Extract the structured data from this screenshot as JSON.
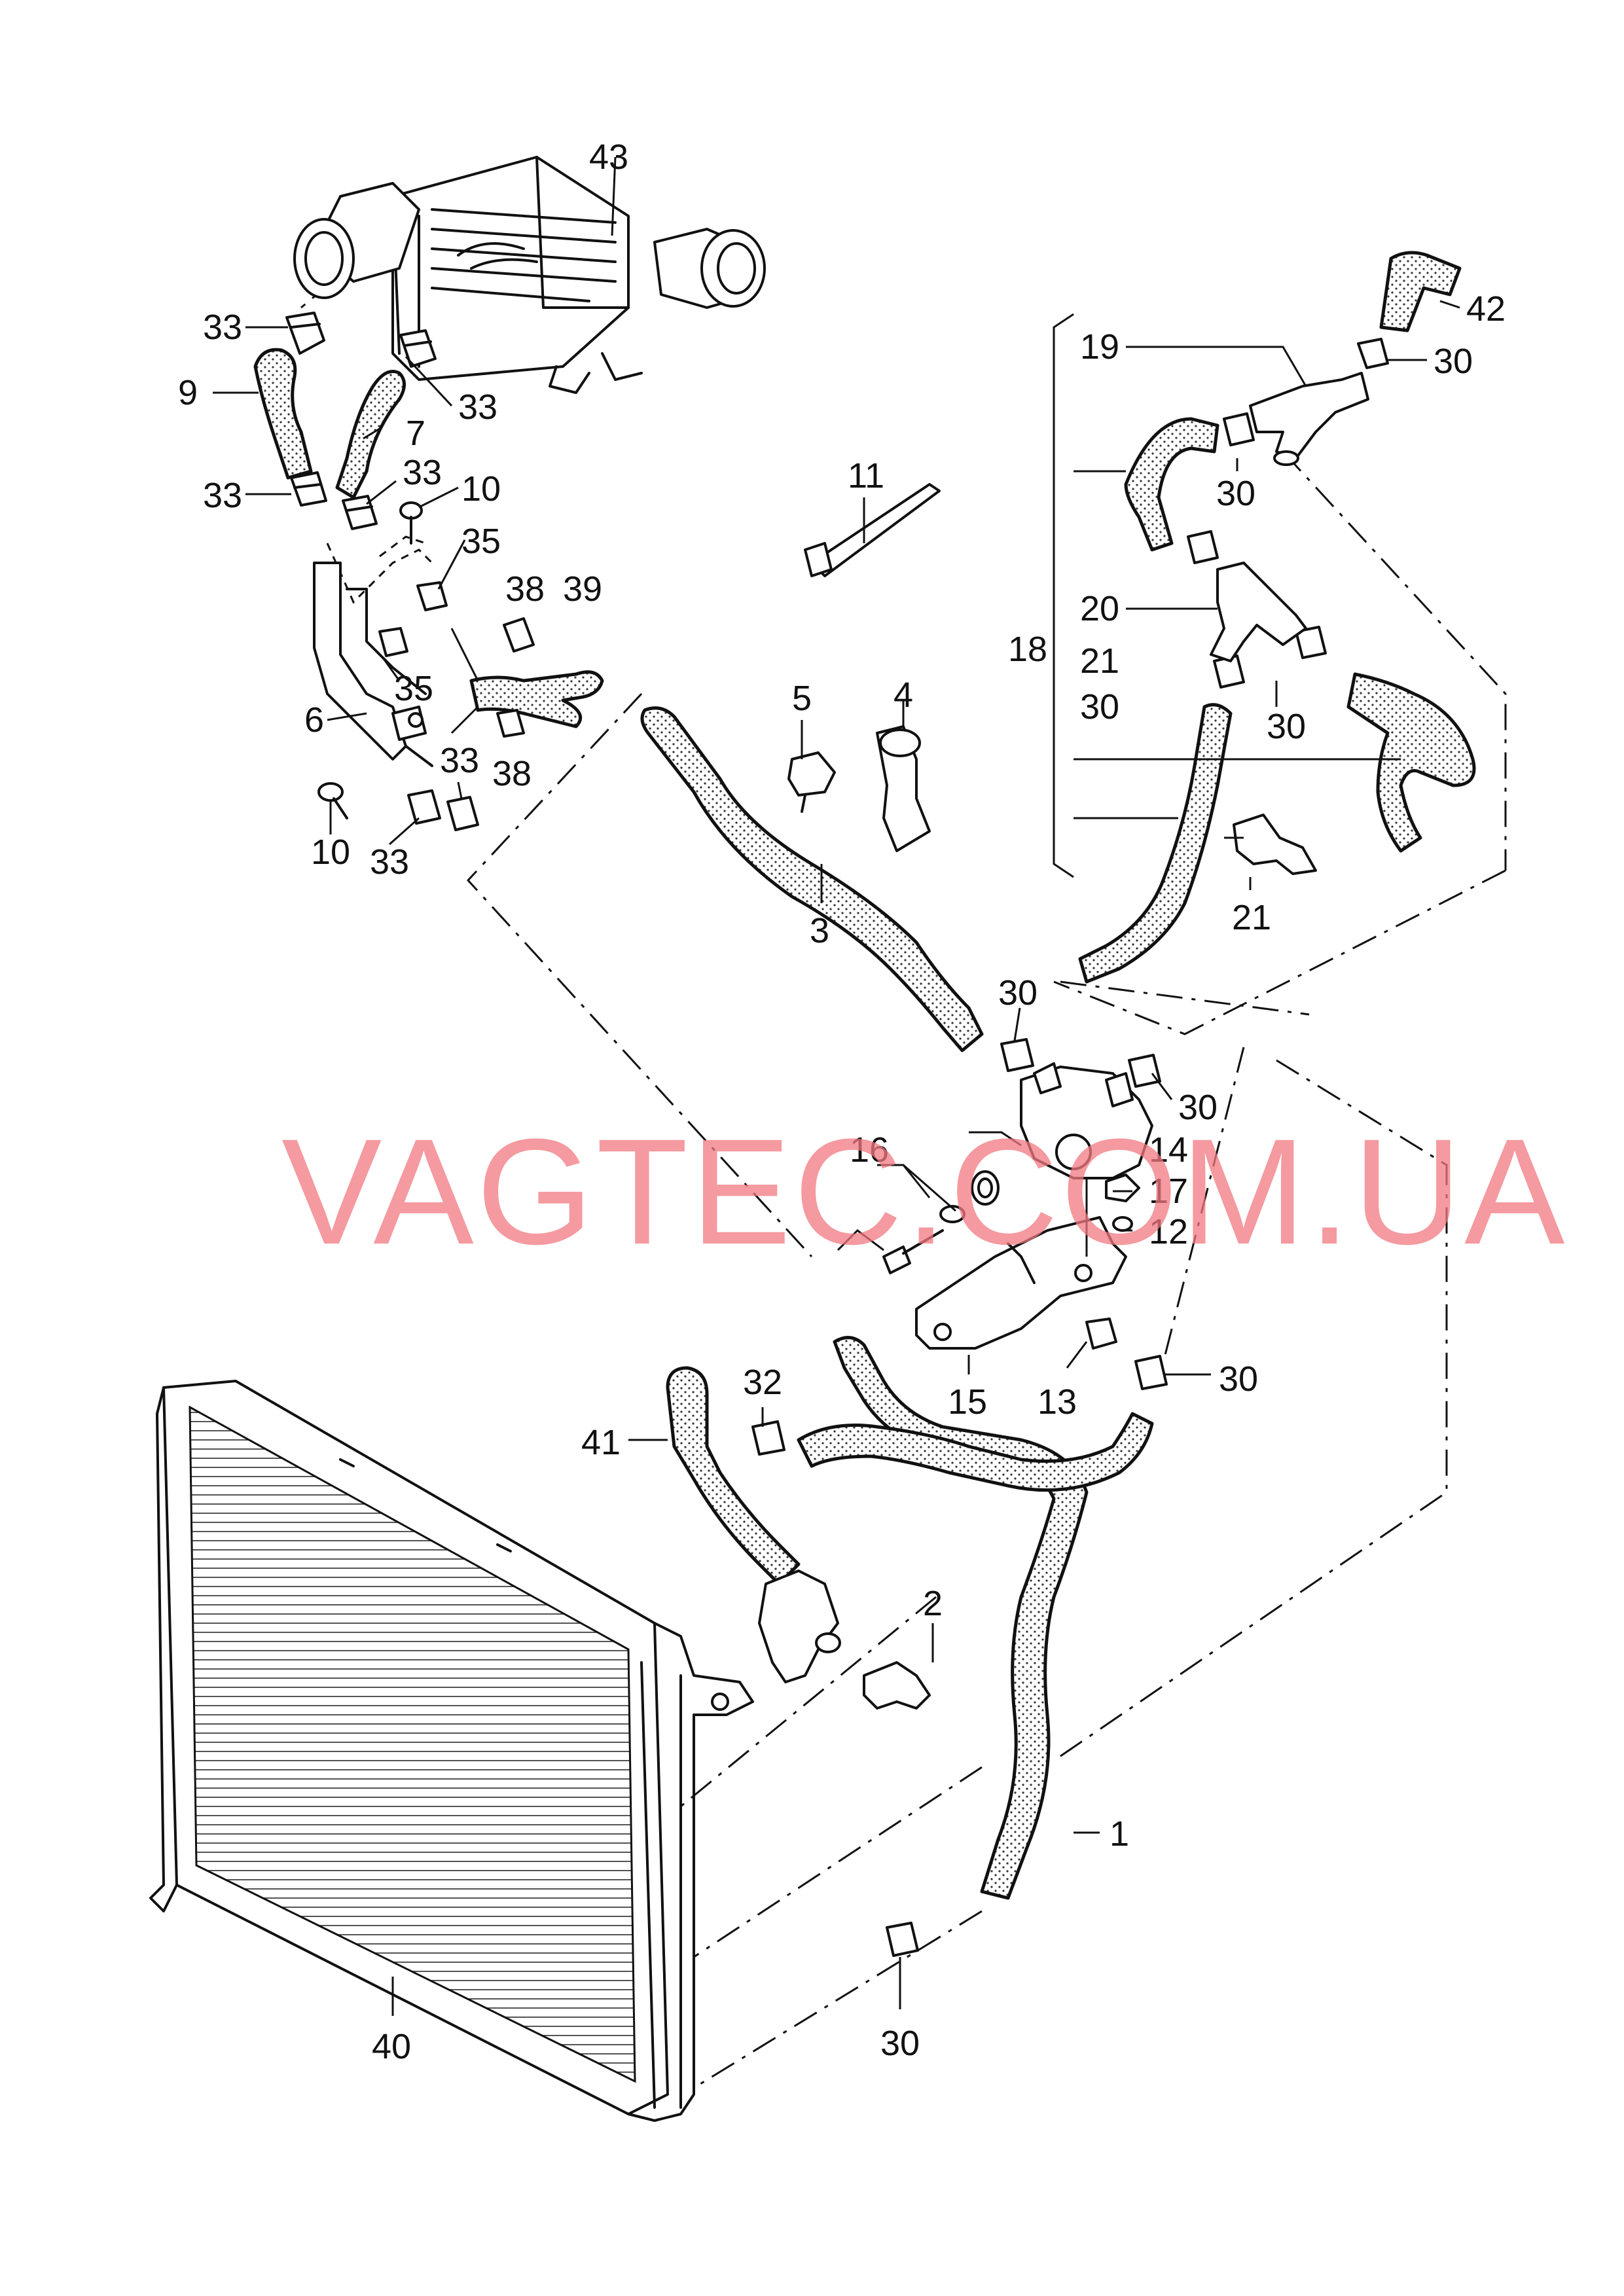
{
  "watermark": "VAGTEC.COM.UA",
  "labels": {
    "l43": "43",
    "l33a": "33",
    "l9": "9",
    "l33b": "33",
    "l7": "7",
    "l33c": "33",
    "l33d": "33",
    "l10a": "10",
    "l35a": "35",
    "l38a": "38",
    "l39": "39",
    "l35b": "35",
    "l6": "6",
    "l38b": "38",
    "l33e": "33",
    "l10b": "10",
    "l33f": "33",
    "l11": "11",
    "l5": "5",
    "l4": "4",
    "l3": "3",
    "l42": "42",
    "l19": "19",
    "l30a": "30",
    "l30b": "30",
    "l20": "20",
    "l18": "18",
    "l21a": "21",
    "l30c": "30",
    "l30d": "30",
    "l21b": "21",
    "l30e": "30",
    "l30f": "30",
    "l16": "16",
    "l14": "14",
    "l17": "17",
    "l12": "12",
    "l15": "15",
    "l13": "13",
    "l30g": "30",
    "l32": "32",
    "l41": "41",
    "l2": "2",
    "l1": "1",
    "l40": "40",
    "l30h": "30"
  },
  "colors": {
    "line": "#111111",
    "watermark": "#f07880",
    "background": "#ffffff"
  }
}
